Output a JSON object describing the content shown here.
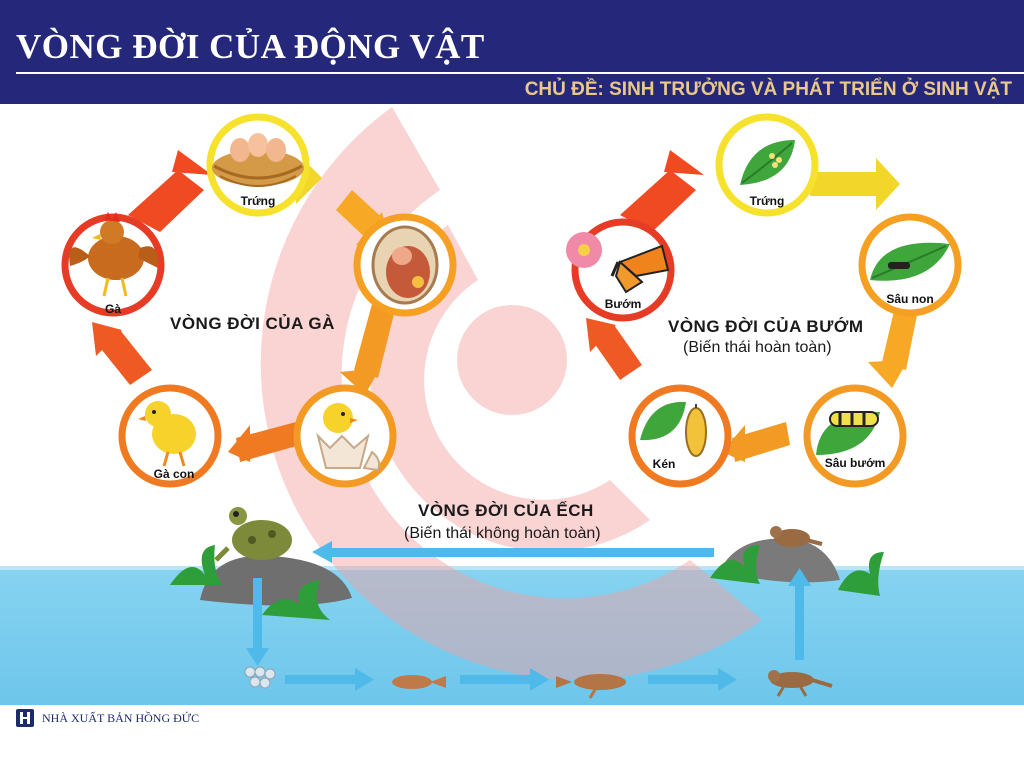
{
  "header": {
    "title": "VÒNG ĐỜI CỦA ĐỘNG VẬT",
    "subtitle": "CHỦ ĐỀ: SINH TRƯỞNG VÀ PHÁT TRIỂN Ở SINH VẬT"
  },
  "chicken": {
    "title": "VÒNG ĐỜI CỦA GÀ",
    "stages": [
      "Gà",
      "Trứng",
      "",
      "",
      "Gà con"
    ]
  },
  "butterfly": {
    "title": "VÒNG ĐỜI CỦA BƯỚM",
    "subtitle": "(Biến thái hoàn toàn)",
    "stages": [
      "Bướm",
      "Trứng",
      "Sâu non",
      "Sâu bướm",
      "Kén"
    ]
  },
  "frog": {
    "title": "VÒNG ĐỜI CỦA ẾCH",
    "subtitle": "(Biến thái không hoàn toàn)"
  },
  "footer": {
    "publisher": "NHÀ XUẤT BẢN HỒNG ĐỨC"
  },
  "colors": {
    "header_bg": "#25287a",
    "subtitle_text": "#e9c88a",
    "water": "#79cdee",
    "arrow_blue": "#4fb9ea",
    "circle_yellow": "#f6e12c",
    "circle_orange": "#f5a023",
    "circle_red": "#e63c26",
    "watermark": "#f9c9c9"
  }
}
